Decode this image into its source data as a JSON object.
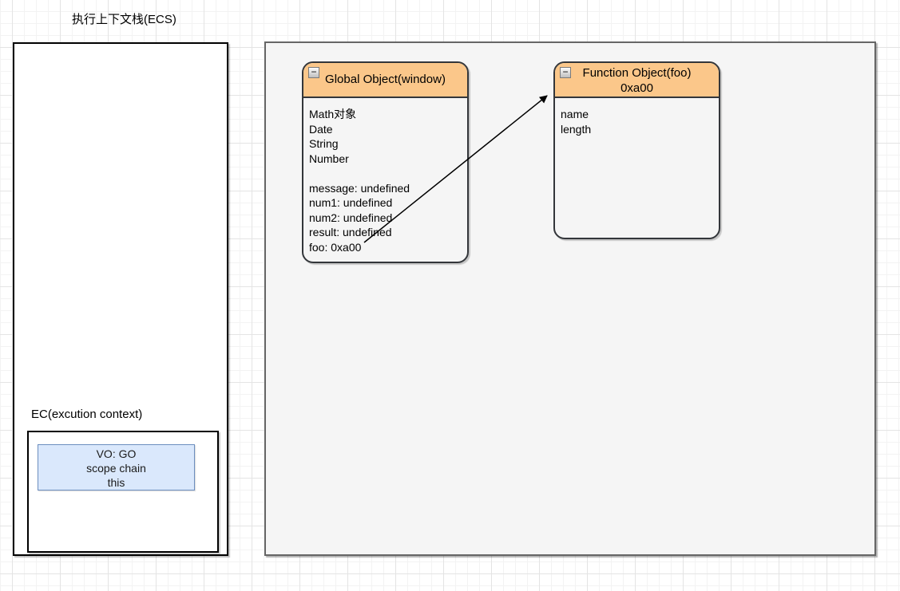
{
  "diagram": {
    "title": "执行上下文栈(ECS)"
  },
  "ecs": {
    "label": "EC(excution context)",
    "vo_lines": [
      "VO: GO",
      "scope chain",
      "this"
    ]
  },
  "heap": {
    "global_object": {
      "collapse_glyph": "−",
      "title": "Global Object(window)",
      "builtin_lines": [
        "Math对象",
        "Date",
        "String",
        "Number"
      ],
      "variable_lines": [
        "message: undefined",
        "num1: undefined",
        "num2: undefined",
        "result: undefined",
        "foo: 0xa00"
      ]
    },
    "function_object": {
      "collapse_glyph": "−",
      "title": "Function Object(foo)",
      "subtitle": "0xa00",
      "property_lines": [
        "name",
        "length"
      ]
    }
  },
  "colors": {
    "header_fill": "#fbc78a",
    "box_border": "#33363a",
    "heap_fill": "#f5f5f5",
    "heap_border": "#666666",
    "vo_fill": "#dae8fc",
    "vo_border": "#6c8ebf",
    "arrow": "#000000",
    "grid_minor": "#f3f3f3",
    "grid_major": "#e4e4e4"
  }
}
